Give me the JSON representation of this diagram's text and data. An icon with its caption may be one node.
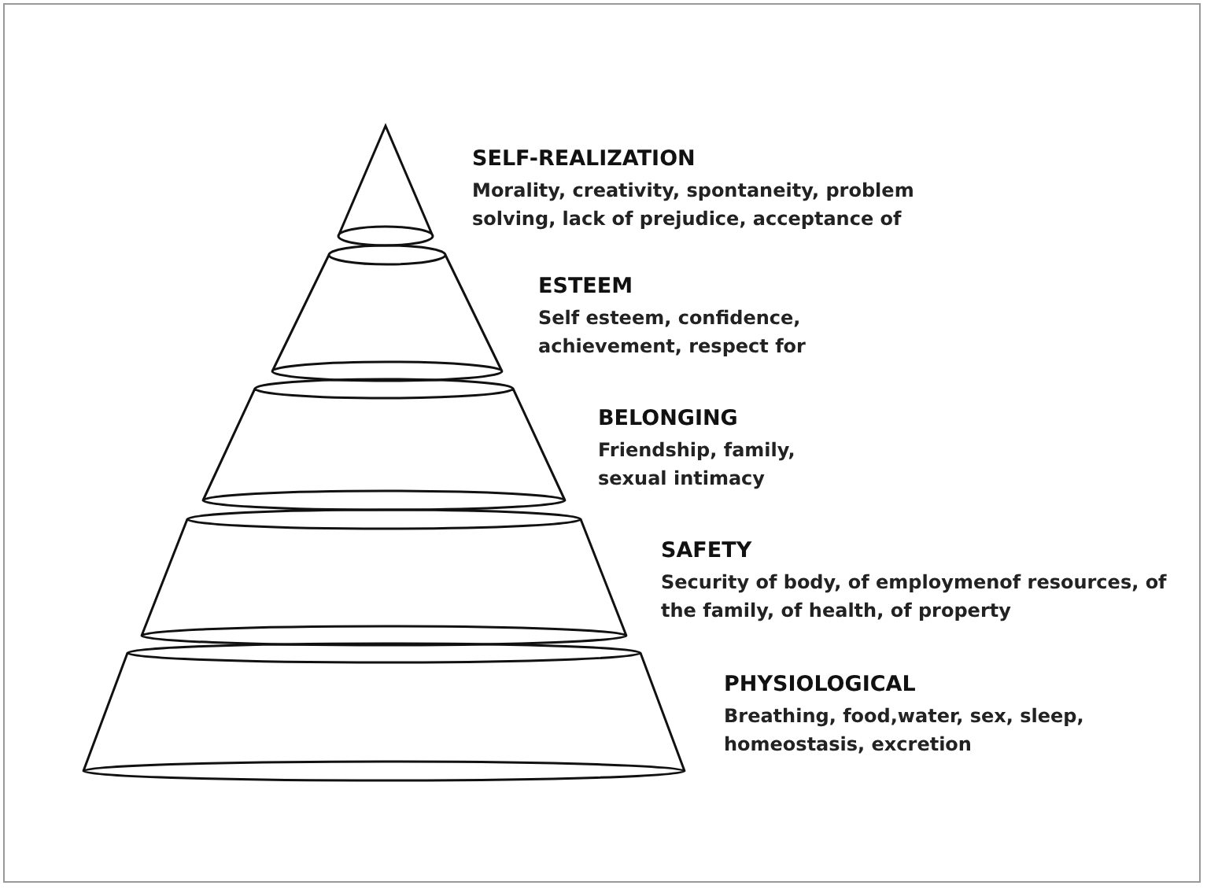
{
  "diagram": {
    "nodes": [
      {
        "text": [
          "SELF-REALIZATION",
          "Morality, creativity, spontaneity, problem solving, lack of prejudice, acceptance of"
        ]
      },
      {
        "text": [
          "ESTEEM",
          "Self esteem, confidence, achievement, respect for"
        ]
      },
      {
        "text": [
          "BELONGING",
          "Friendship, family, sexual intimacy"
        ]
      },
      {
        "text": [
          "SAFETY",
          "Security of body, of employmenof resources, of the family, of health, of property"
        ]
      },
      {
        "text": [
          "PHYSIOLOGICAL",
          "Breathing, food,water, sex, sleep, homeostasis, excretion"
        ]
      }
    ]
  }
}
